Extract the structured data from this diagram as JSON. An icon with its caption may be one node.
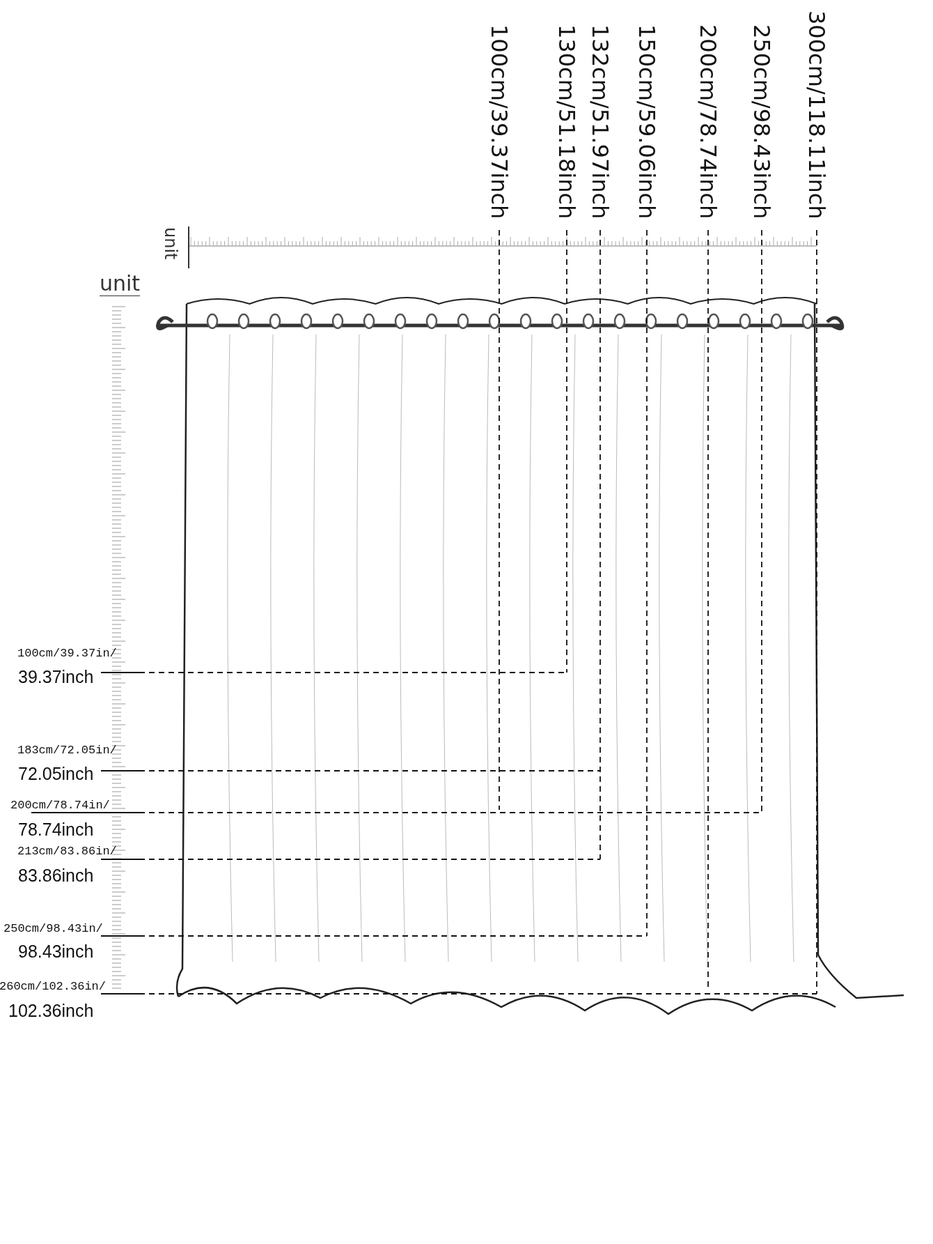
{
  "diagram": {
    "labels": [
      "100cm/39.37inch",
      "130cm/51.18inch",
      "132cm/51.97inch",
      "150cm/59.06inch",
      "200cm/78.74inch",
      "250cm/98.43inch",
      "300cm/118.11inch",
      "unit",
      "unit",
      "100cm/39.37in/",
      "39.37inch",
      "183cm/72.05in/",
      "72.05inch",
      "200cm/78.74in/",
      "78.74inch",
      "213cm/83.86in/",
      "83.86inch",
      "250cm/98.43in/",
      "98.43inch",
      "260cm/102.36in/",
      "102.36inch"
    ]
  }
}
